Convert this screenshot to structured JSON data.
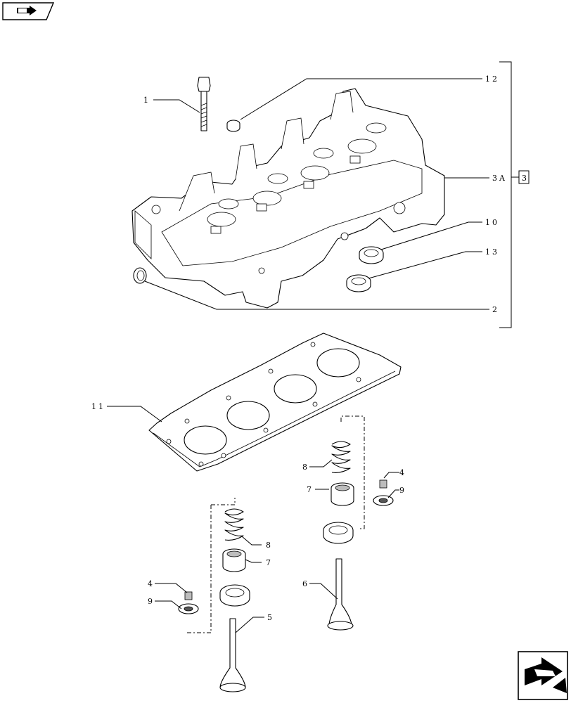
{
  "callouts": {
    "c1": "1",
    "c12": "12",
    "c3a": "3A",
    "c10": "10",
    "c13": "13",
    "c2": "2",
    "c11": "11",
    "c8a": "8",
    "c7a": "7",
    "c4a": "4",
    "c9a": "9",
    "c8b": "8",
    "c7b": "7",
    "c4b": "4",
    "c9b": "9",
    "c6": "6",
    "c5": "5"
  },
  "group_ref": "3",
  "nav": {
    "top_icon": "book-arrow-icon",
    "bottom_icon": "next-page-arrow-icon"
  }
}
